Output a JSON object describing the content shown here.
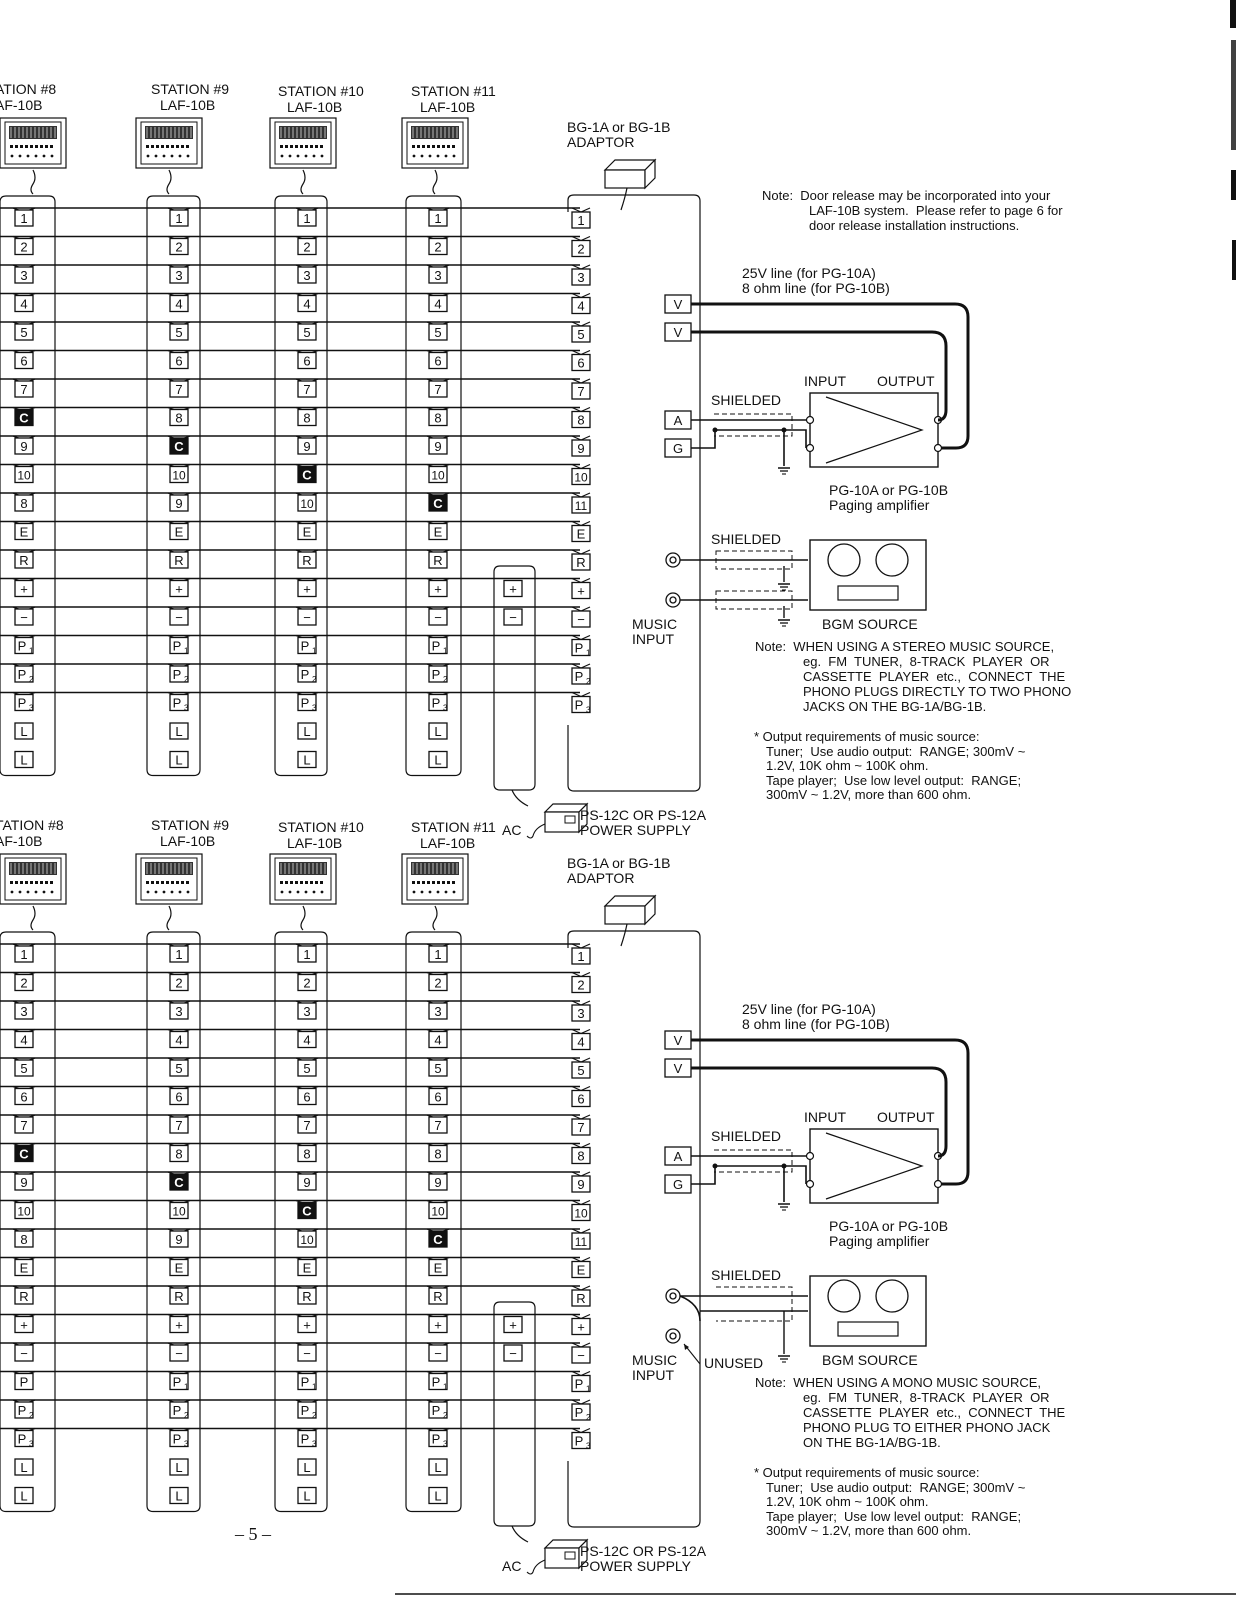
{
  "page_number": "– 5 –",
  "diagrams": [
    {
      "id": "stereo",
      "stations": [
        {
          "name": "ATION #8",
          "model": "AF-10B"
        },
        {
          "name": "STATION #9",
          "model": "LAF-10B"
        },
        {
          "name": "STATION #10",
          "model": "LAF-10B"
        },
        {
          "name": "STATION #11",
          "model": "LAF-10B"
        }
      ],
      "station_terminals": [
        [
          "1",
          "2",
          "3",
          "4",
          "5",
          "6",
          "7",
          "C",
          "9",
          "10",
          "8",
          "E",
          "R",
          "+",
          "−",
          "P1",
          "P2",
          "P3",
          "L",
          "L"
        ],
        [
          "1",
          "2",
          "3",
          "4",
          "5",
          "6",
          "7",
          "8",
          "C",
          "10",
          "9",
          "E",
          "R",
          "+",
          "−",
          "P1",
          "P2",
          "P3",
          "L",
          "L"
        ],
        [
          "1",
          "2",
          "3",
          "4",
          "5",
          "6",
          "7",
          "8",
          "9",
          "C",
          "10",
          "E",
          "R",
          "+",
          "−",
          "P1",
          "P2",
          "P3",
          "L",
          "L"
        ],
        [
          "1",
          "2",
          "3",
          "4",
          "5",
          "6",
          "7",
          "8",
          "9",
          "10",
          "C",
          "E",
          "R",
          "+",
          "−",
          "P1",
          "P2",
          "P3",
          "L",
          "L"
        ]
      ],
      "adaptor_label": [
        "BG-1A or BG-1B",
        "ADAPTOR"
      ],
      "adaptor_terminals": [
        "1",
        "2",
        "3",
        "4",
        "5",
        "6",
        "7",
        "8",
        "9",
        "10",
        "11",
        "E",
        "R",
        "+",
        "−",
        "P1",
        "P2",
        "P3"
      ],
      "side_terminals": {
        "v1": "V",
        "v2": "V",
        "a": "A",
        "g": "G"
      },
      "power_terminals": [
        "+",
        "−"
      ],
      "door_note": [
        "Note:  Door release may be incorporated into your",
        "LAF-10B system.  Please refer to page 6 for",
        "door release installation instructions."
      ],
      "line_label": [
        "25V line (for PG-10A)",
        "8 ohm line (for PG-10B)"
      ],
      "shielded_1": "SHIELDED",
      "amp_input": "INPUT",
      "amp_output": "OUTPUT",
      "amp_label": [
        "PG-10A or PG-10B",
        "Paging amplifier"
      ],
      "shielded_2": "SHIELDED",
      "bgm_label": "BGM SOURCE",
      "music_input": [
        "MUSIC",
        "INPUT"
      ],
      "unused_label": "",
      "source_note": [
        "Note:  WHEN USING A STEREO MUSIC SOURCE,",
        "eg.  FM  TUNER,  8-TRACK  PLAYER  OR",
        "CASSETTE  PLAYER  etc.,  CONNECT  THE",
        "PHONO PLUGS DIRECTLY TO TWO PHONO",
        "JACKS ON THE BG-1A/BG-1B."
      ],
      "output_note": [
        "* Output requirements of music source:",
        "Tuner;  Use audio output:  RANGE; 300mV ~",
        "1.2V, 10K ohm ~ 100K ohm.",
        "Tape player;  Use low level output:  RANGE;",
        "300mV ~ 1.2V, more than 600 ohm."
      ],
      "ac_label": "AC",
      "power_supply": [
        "PS-12C OR PS-12A",
        "POWER SUPPLY"
      ]
    },
    {
      "id": "mono",
      "stations": [
        {
          "name": "TATION #8",
          "model": "AF-10B"
        },
        {
          "name": "STATION #9",
          "model": "LAF-10B"
        },
        {
          "name": "STATION #10",
          "model": "LAF-10B"
        },
        {
          "name": "STATION #11",
          "model": "LAF-10B"
        }
      ],
      "station_terminals": [
        [
          "1",
          "2",
          "3",
          "4",
          "5",
          "6",
          "7",
          "C",
          "9",
          "10",
          "8",
          "E",
          "R",
          "+",
          "−",
          "P",
          "P2",
          "P3",
          "L",
          "L"
        ],
        [
          "1",
          "2",
          "3",
          "4",
          "5",
          "6",
          "7",
          "8",
          "C",
          "10",
          "9",
          "E",
          "R",
          "+",
          "−",
          "P1",
          "P2",
          "P3",
          "L",
          "L"
        ],
        [
          "1",
          "2",
          "3",
          "4",
          "5",
          "6",
          "7",
          "8",
          "9",
          "C",
          "10",
          "E",
          "R",
          "+",
          "−",
          "P1",
          "P2",
          "P3",
          "L",
          "L"
        ],
        [
          "1",
          "2",
          "3",
          "4",
          "5",
          "6",
          "7",
          "8",
          "9",
          "10",
          "C",
          "E",
          "R",
          "+",
          "−",
          "P1",
          "P2",
          "P3",
          "L",
          "L"
        ]
      ],
      "adaptor_label": [
        "BG-1A or BG-1B",
        "ADAPTOR"
      ],
      "adaptor_terminals": [
        "1",
        "2",
        "3",
        "4",
        "5",
        "6",
        "7",
        "8",
        "9",
        "10",
        "11",
        "E",
        "R",
        "+",
        "−",
        "P1",
        "P2",
        "P3"
      ],
      "side_terminals": {
        "v1": "V",
        "v2": "V",
        "a": "A",
        "g": "G"
      },
      "power_terminals": [
        "+",
        "−"
      ],
      "door_note": [],
      "line_label": [
        "25V line (for PG-10A)",
        "8 ohm line (for PG-10B)"
      ],
      "shielded_1": "SHIELDED",
      "amp_input": "INPUT",
      "amp_output": "OUTPUT",
      "amp_label": [
        "PG-10A or PG-10B",
        "Paging amplifier"
      ],
      "shielded_2": "SHIELDED",
      "bgm_label": "BGM SOURCE",
      "music_input": [
        "MUSIC",
        "INPUT"
      ],
      "unused_label": "UNUSED",
      "source_note": [
        "Note:  WHEN USING A MONO MUSIC SOURCE,",
        "eg.  FM  TUNER,  8-TRACK  PLAYER  OR",
        "CASSETTE  PLAYER  etc.,  CONNECT  THE",
        "PHONO PLUG TO EITHER PHONO JACK",
        "ON THE BG-1A/BG-1B."
      ],
      "output_note": [
        "* Output requirements of music source:",
        "Tuner;  Use audio output:  RANGE; 300mV ~",
        "1.2V, 10K ohm ~ 100K ohm.",
        "Tape player;  Use low level output:  RANGE;",
        "300mV ~ 1.2V, more than 600 ohm."
      ],
      "ac_label": "AC",
      "power_supply": [
        "PS-12C OR PS-12A",
        "POWER SUPPLY"
      ]
    }
  ]
}
